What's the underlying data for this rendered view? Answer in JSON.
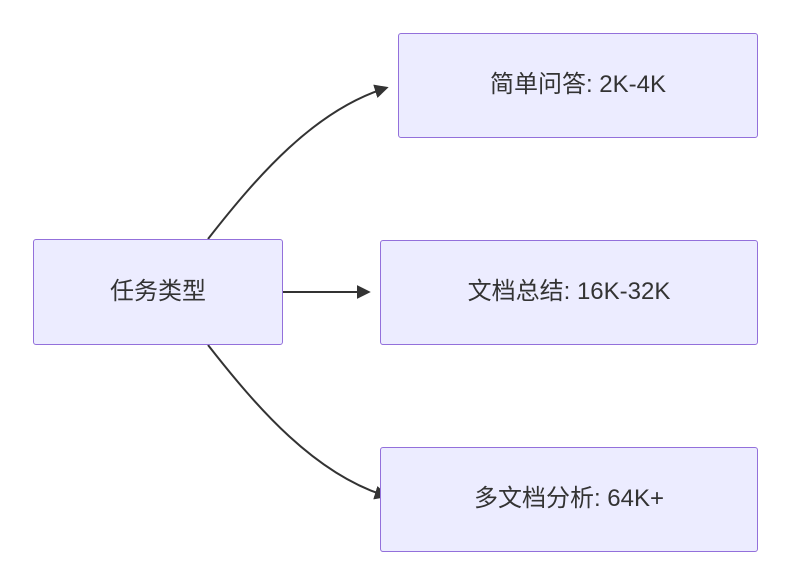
{
  "diagram": {
    "root": {
      "label": "任务类型"
    },
    "nodes": [
      {
        "label": "简单问答: 2K-4K"
      },
      {
        "label": "文档总结: 16K-32K"
      },
      {
        "label": "多文档分析: 64K+"
      }
    ],
    "colors": {
      "node_fill": "#ECECFF",
      "node_border": "#9370DB",
      "edge": "#333333"
    }
  }
}
